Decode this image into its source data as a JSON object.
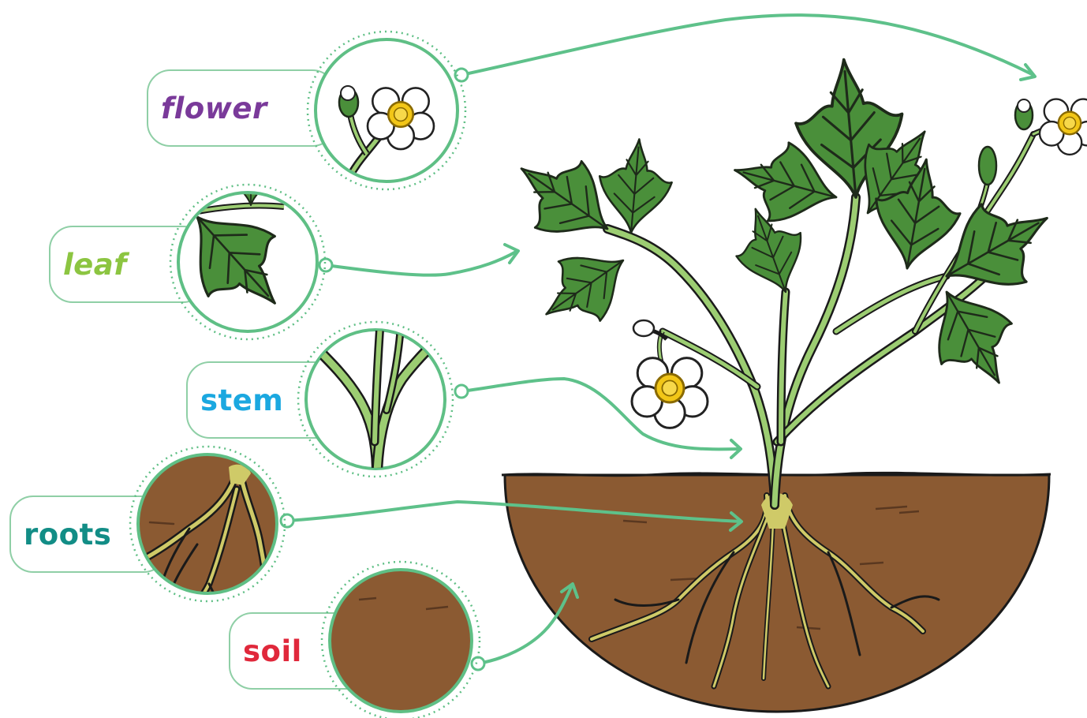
{
  "labels": {
    "flower": {
      "text": "flower",
      "color": "#7a3a9a"
    },
    "leaf": {
      "text": "leaf",
      "color": "#8cc541"
    },
    "stem": {
      "text": "stem",
      "color": "#1ba8e0"
    },
    "roots": {
      "text": "roots",
      "color": "#128d86"
    },
    "soil": {
      "text": "soil",
      "color": "#e0283b"
    }
  },
  "colors": {
    "arrow": "#5ec18a",
    "circle_border": "#5fbf85",
    "leaf": "#4a8f3a",
    "leaf_vein": "#1e3a1a",
    "stem": "#8fc96a",
    "soil": "#8b5a32",
    "root": "#d0cb6a"
  }
}
